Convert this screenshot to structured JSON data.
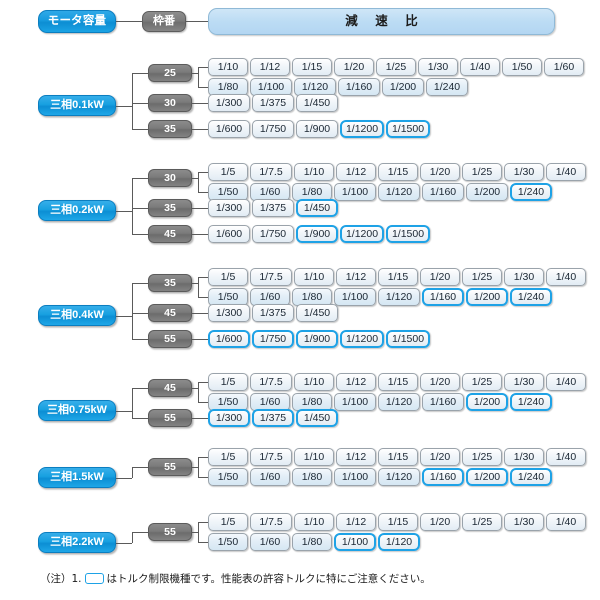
{
  "header": {
    "motor_capacity_label": "モータ容量",
    "frame_no_label": "枠番",
    "ratio_band_label": "減 速 比"
  },
  "highlight_color": "#1ea2e6",
  "capacity_color": "#17a0e0",
  "frame_color": "#7b7b7b",
  "groups": [
    {
      "capacity": "三相0.1kW",
      "frames": [
        {
          "frame": "25",
          "rows": [
            {
              "ratios": [
                {
                  "label": "1/10",
                  "hl": false
                },
                {
                  "label": "1/12",
                  "hl": false
                },
                {
                  "label": "1/15",
                  "hl": false
                },
                {
                  "label": "1/20",
                  "hl": false
                },
                {
                  "label": "1/25",
                  "hl": false
                },
                {
                  "label": "1/30",
                  "hl": false
                },
                {
                  "label": "1/40",
                  "hl": false
                },
                {
                  "label": "1/50",
                  "hl": false
                },
                {
                  "label": "1/60",
                  "hl": false
                }
              ]
            },
            {
              "ratios": [
                {
                  "label": "1/80",
                  "hl": false
                },
                {
                  "label": "1/100",
                  "hl": false
                },
                {
                  "label": "1/120",
                  "hl": false
                },
                {
                  "label": "1/160",
                  "hl": false
                },
                {
                  "label": "1/200",
                  "hl": false
                },
                {
                  "label": "1/240",
                  "hl": false
                }
              ]
            }
          ]
        },
        {
          "frame": "30",
          "rows": [
            {
              "ratios": [
                {
                  "label": "1/300",
                  "hl": false
                },
                {
                  "label": "1/375",
                  "hl": false
                },
                {
                  "label": "1/450",
                  "hl": false
                }
              ]
            }
          ]
        },
        {
          "frame": "35",
          "rows": [
            {
              "ratios": [
                {
                  "label": "1/600",
                  "hl": false
                },
                {
                  "label": "1/750",
                  "hl": false
                },
                {
                  "label": "1/900",
                  "hl": false
                },
                {
                  "label": "1/1200",
                  "hl": true
                },
                {
                  "label": "1/1500",
                  "hl": true
                }
              ]
            }
          ]
        }
      ]
    },
    {
      "capacity": "三相0.2kW",
      "frames": [
        {
          "frame": "30",
          "rows": [
            {
              "ratios": [
                {
                  "label": "1/5",
                  "hl": false
                },
                {
                  "label": "1/7.5",
                  "hl": false
                },
                {
                  "label": "1/10",
                  "hl": false
                },
                {
                  "label": "1/12",
                  "hl": false
                },
                {
                  "label": "1/15",
                  "hl": false
                },
                {
                  "label": "1/20",
                  "hl": false
                },
                {
                  "label": "1/25",
                  "hl": false
                },
                {
                  "label": "1/30",
                  "hl": false
                },
                {
                  "label": "1/40",
                  "hl": false
                }
              ]
            },
            {
              "ratios": [
                {
                  "label": "1/50",
                  "hl": false
                },
                {
                  "label": "1/60",
                  "hl": false
                },
                {
                  "label": "1/80",
                  "hl": false
                },
                {
                  "label": "1/100",
                  "hl": false
                },
                {
                  "label": "1/120",
                  "hl": false
                },
                {
                  "label": "1/160",
                  "hl": false
                },
                {
                  "label": "1/200",
                  "hl": false
                },
                {
                  "label": "1/240",
                  "hl": true
                }
              ]
            }
          ]
        },
        {
          "frame": "35",
          "rows": [
            {
              "ratios": [
                {
                  "label": "1/300",
                  "hl": false
                },
                {
                  "label": "1/375",
                  "hl": false
                },
                {
                  "label": "1/450",
                  "hl": true
                }
              ]
            }
          ]
        },
        {
          "frame": "45",
          "rows": [
            {
              "ratios": [
                {
                  "label": "1/600",
                  "hl": false
                },
                {
                  "label": "1/750",
                  "hl": false
                },
                {
                  "label": "1/900",
                  "hl": true
                },
                {
                  "label": "1/1200",
                  "hl": true
                },
                {
                  "label": "1/1500",
                  "hl": true
                }
              ]
            }
          ]
        }
      ]
    },
    {
      "capacity": "三相0.4kW",
      "frames": [
        {
          "frame": "35",
          "rows": [
            {
              "ratios": [
                {
                  "label": "1/5",
                  "hl": false
                },
                {
                  "label": "1/7.5",
                  "hl": false
                },
                {
                  "label": "1/10",
                  "hl": false
                },
                {
                  "label": "1/12",
                  "hl": false
                },
                {
                  "label": "1/15",
                  "hl": false
                },
                {
                  "label": "1/20",
                  "hl": false
                },
                {
                  "label": "1/25",
                  "hl": false
                },
                {
                  "label": "1/30",
                  "hl": false
                },
                {
                  "label": "1/40",
                  "hl": false
                }
              ]
            },
            {
              "ratios": [
                {
                  "label": "1/50",
                  "hl": false
                },
                {
                  "label": "1/60",
                  "hl": false
                },
                {
                  "label": "1/80",
                  "hl": false
                },
                {
                  "label": "1/100",
                  "hl": false
                },
                {
                  "label": "1/120",
                  "hl": false
                },
                {
                  "label": "1/160",
                  "hl": true
                },
                {
                  "label": "1/200",
                  "hl": true
                },
                {
                  "label": "1/240",
                  "hl": true
                }
              ]
            }
          ]
        },
        {
          "frame": "45",
          "rows": [
            {
              "ratios": [
                {
                  "label": "1/300",
                  "hl": false
                },
                {
                  "label": "1/375",
                  "hl": false
                },
                {
                  "label": "1/450",
                  "hl": false
                }
              ]
            }
          ]
        },
        {
          "frame": "55",
          "rows": [
            {
              "ratios": [
                {
                  "label": "1/600",
                  "hl": true
                },
                {
                  "label": "1/750",
                  "hl": true
                },
                {
                  "label": "1/900",
                  "hl": true
                },
                {
                  "label": "1/1200",
                  "hl": true
                },
                {
                  "label": "1/1500",
                  "hl": true
                }
              ]
            }
          ]
        }
      ]
    },
    {
      "capacity": "三相0.75kW",
      "frames": [
        {
          "frame": "45",
          "rows": [
            {
              "ratios": [
                {
                  "label": "1/5",
                  "hl": false
                },
                {
                  "label": "1/7.5",
                  "hl": false
                },
                {
                  "label": "1/10",
                  "hl": false
                },
                {
                  "label": "1/12",
                  "hl": false
                },
                {
                  "label": "1/15",
                  "hl": false
                },
                {
                  "label": "1/20",
                  "hl": false
                },
                {
                  "label": "1/25",
                  "hl": false
                },
                {
                  "label": "1/30",
                  "hl": false
                },
                {
                  "label": "1/40",
                  "hl": false
                }
              ]
            },
            {
              "ratios": [
                {
                  "label": "1/50",
                  "hl": false
                },
                {
                  "label": "1/60",
                  "hl": false
                },
                {
                  "label": "1/80",
                  "hl": false
                },
                {
                  "label": "1/100",
                  "hl": false
                },
                {
                  "label": "1/120",
                  "hl": false
                },
                {
                  "label": "1/160",
                  "hl": false
                },
                {
                  "label": "1/200",
                  "hl": true
                },
                {
                  "label": "1/240",
                  "hl": true
                }
              ]
            }
          ]
        },
        {
          "frame": "55",
          "rows": [
            {
              "ratios": [
                {
                  "label": "1/300",
                  "hl": true
                },
                {
                  "label": "1/375",
                  "hl": true
                },
                {
                  "label": "1/450",
                  "hl": true
                }
              ]
            }
          ]
        }
      ]
    },
    {
      "capacity": "三相1.5kW",
      "frames": [
        {
          "frame": "55",
          "rows": [
            {
              "ratios": [
                {
                  "label": "1/5",
                  "hl": false
                },
                {
                  "label": "1/7.5",
                  "hl": false
                },
                {
                  "label": "1/10",
                  "hl": false
                },
                {
                  "label": "1/12",
                  "hl": false
                },
                {
                  "label": "1/15",
                  "hl": false
                },
                {
                  "label": "1/20",
                  "hl": false
                },
                {
                  "label": "1/25",
                  "hl": false
                },
                {
                  "label": "1/30",
                  "hl": false
                },
                {
                  "label": "1/40",
                  "hl": false
                }
              ]
            },
            {
              "ratios": [
                {
                  "label": "1/50",
                  "hl": false
                },
                {
                  "label": "1/60",
                  "hl": false
                },
                {
                  "label": "1/80",
                  "hl": false
                },
                {
                  "label": "1/100",
                  "hl": false
                },
                {
                  "label": "1/120",
                  "hl": false
                },
                {
                  "label": "1/160",
                  "hl": true
                },
                {
                  "label": "1/200",
                  "hl": true
                },
                {
                  "label": "1/240",
                  "hl": true
                }
              ]
            }
          ]
        }
      ]
    },
    {
      "capacity": "三相2.2kW",
      "frames": [
        {
          "frame": "55",
          "rows": [
            {
              "ratios": [
                {
                  "label": "1/5",
                  "hl": false
                },
                {
                  "label": "1/7.5",
                  "hl": false
                },
                {
                  "label": "1/10",
                  "hl": false
                },
                {
                  "label": "1/12",
                  "hl": false
                },
                {
                  "label": "1/15",
                  "hl": false
                },
                {
                  "label": "1/20",
                  "hl": false
                },
                {
                  "label": "1/25",
                  "hl": false
                },
                {
                  "label": "1/30",
                  "hl": false
                },
                {
                  "label": "1/40",
                  "hl": false
                }
              ]
            },
            {
              "ratios": [
                {
                  "label": "1/50",
                  "hl": false
                },
                {
                  "label": "1/60",
                  "hl": false
                },
                {
                  "label": "1/80",
                  "hl": false
                },
                {
                  "label": "1/100",
                  "hl": true
                },
                {
                  "label": "1/120",
                  "hl": true
                }
              ]
            }
          ]
        }
      ]
    }
  ],
  "footnote": {
    "prefix": "（注）1.",
    "suffix": "はトルク制限機種です。性能表の許容トルクに特にご注意ください。"
  }
}
